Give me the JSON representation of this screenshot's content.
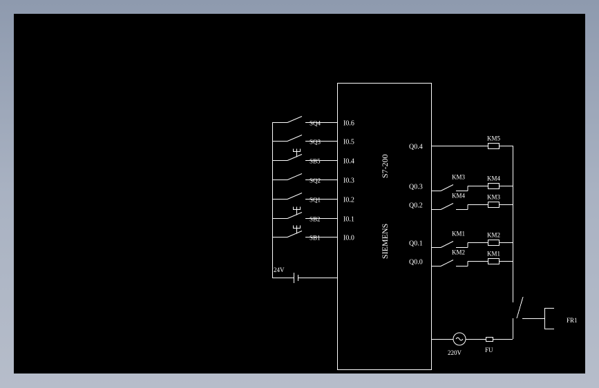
{
  "colors": {
    "background": "#000000",
    "lines": "#ffffff",
    "frame": "#9aa4b6"
  },
  "plc": {
    "model": "S7-200",
    "brand": "SIEMENS"
  },
  "inputs": [
    {
      "terminal": "I0.6",
      "device": "SQ4"
    },
    {
      "terminal": "I0.5",
      "device": "SQ3"
    },
    {
      "terminal": "I0.4",
      "device": "SB5"
    },
    {
      "terminal": "I0.3",
      "device": "SQ2"
    },
    {
      "terminal": "I0.2",
      "device": "SQ1"
    },
    {
      "terminal": "I0.1",
      "device": "SB2"
    },
    {
      "terminal": "I0.0",
      "device": "SB1"
    }
  ],
  "input_supply": "24V",
  "outputs": [
    {
      "terminal": "Q0.4",
      "interlock": "",
      "coil": "KM5"
    },
    {
      "terminal": "Q0.3",
      "interlock": "KM3",
      "coil": "KM4"
    },
    {
      "terminal": "Q0.2",
      "interlock": "KM4",
      "coil": "KM3"
    },
    {
      "terminal": "Q0.1",
      "interlock": "KM1",
      "coil": "KM2"
    },
    {
      "terminal": "Q0.0",
      "interlock": "KM2",
      "coil": "KM1"
    }
  ],
  "output_supply": "220V",
  "fuse": "FU",
  "overload_relay": "FR1"
}
